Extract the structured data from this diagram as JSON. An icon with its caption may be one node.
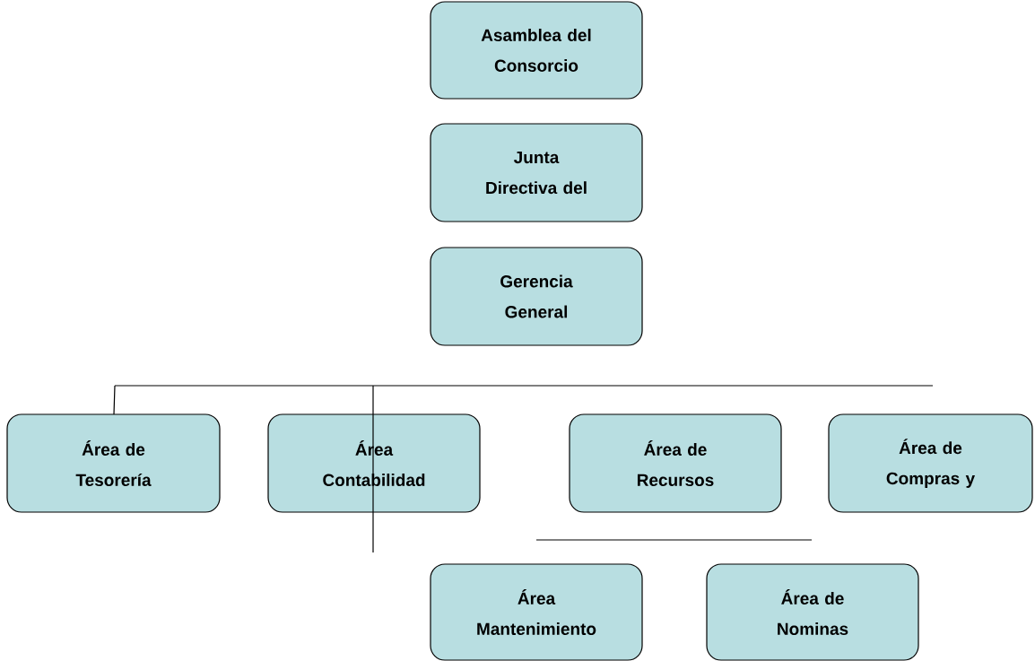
{
  "diagram": {
    "nodes": [
      {
        "text": [
          "Asamblea del Consorcio"
        ]
      },
      {
        "text": [
          "Junta Directiva del"
        ]
      },
      {
        "text": [
          "Gerencia General"
        ]
      },
      {
        "text": [
          "Área de Tesorería"
        ]
      },
      {
        "text": [
          "Área Contabilidad"
        ]
      },
      {
        "text": [
          "Área de Recursos"
        ]
      },
      {
        "text": [
          "Área de Compras y"
        ]
      },
      {
        "text": [
          "Área Mantenimiento"
        ]
      },
      {
        "text": [
          "Área de Nominas"
        ]
      }
    ]
  }
}
